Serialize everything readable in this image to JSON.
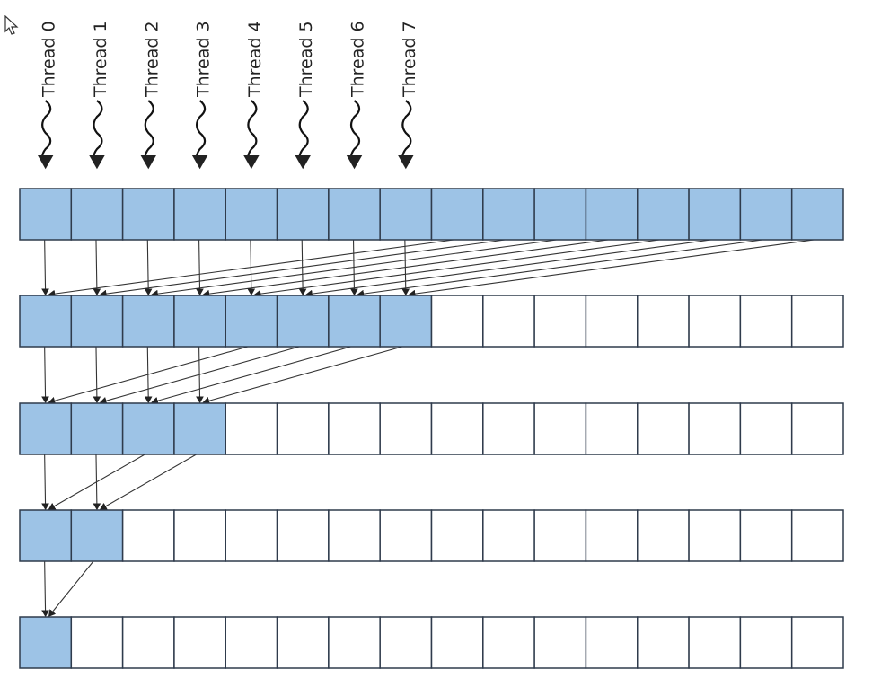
{
  "threads": [
    "Thread 0",
    "Thread 1",
    "Thread 2",
    "Thread 3",
    "Thread 4",
    "Thread 5",
    "Thread 6",
    "Thread 7"
  ],
  "cells_per_row": 16,
  "active_cells_per_row": [
    16,
    8,
    4,
    2,
    1
  ],
  "colors": {
    "active": "#9dc3e6",
    "border": "#2f3b4c",
    "arrow": "#333333",
    "text": "#222222"
  },
  "icons": {
    "cursor": "mouse-pointer-icon"
  }
}
